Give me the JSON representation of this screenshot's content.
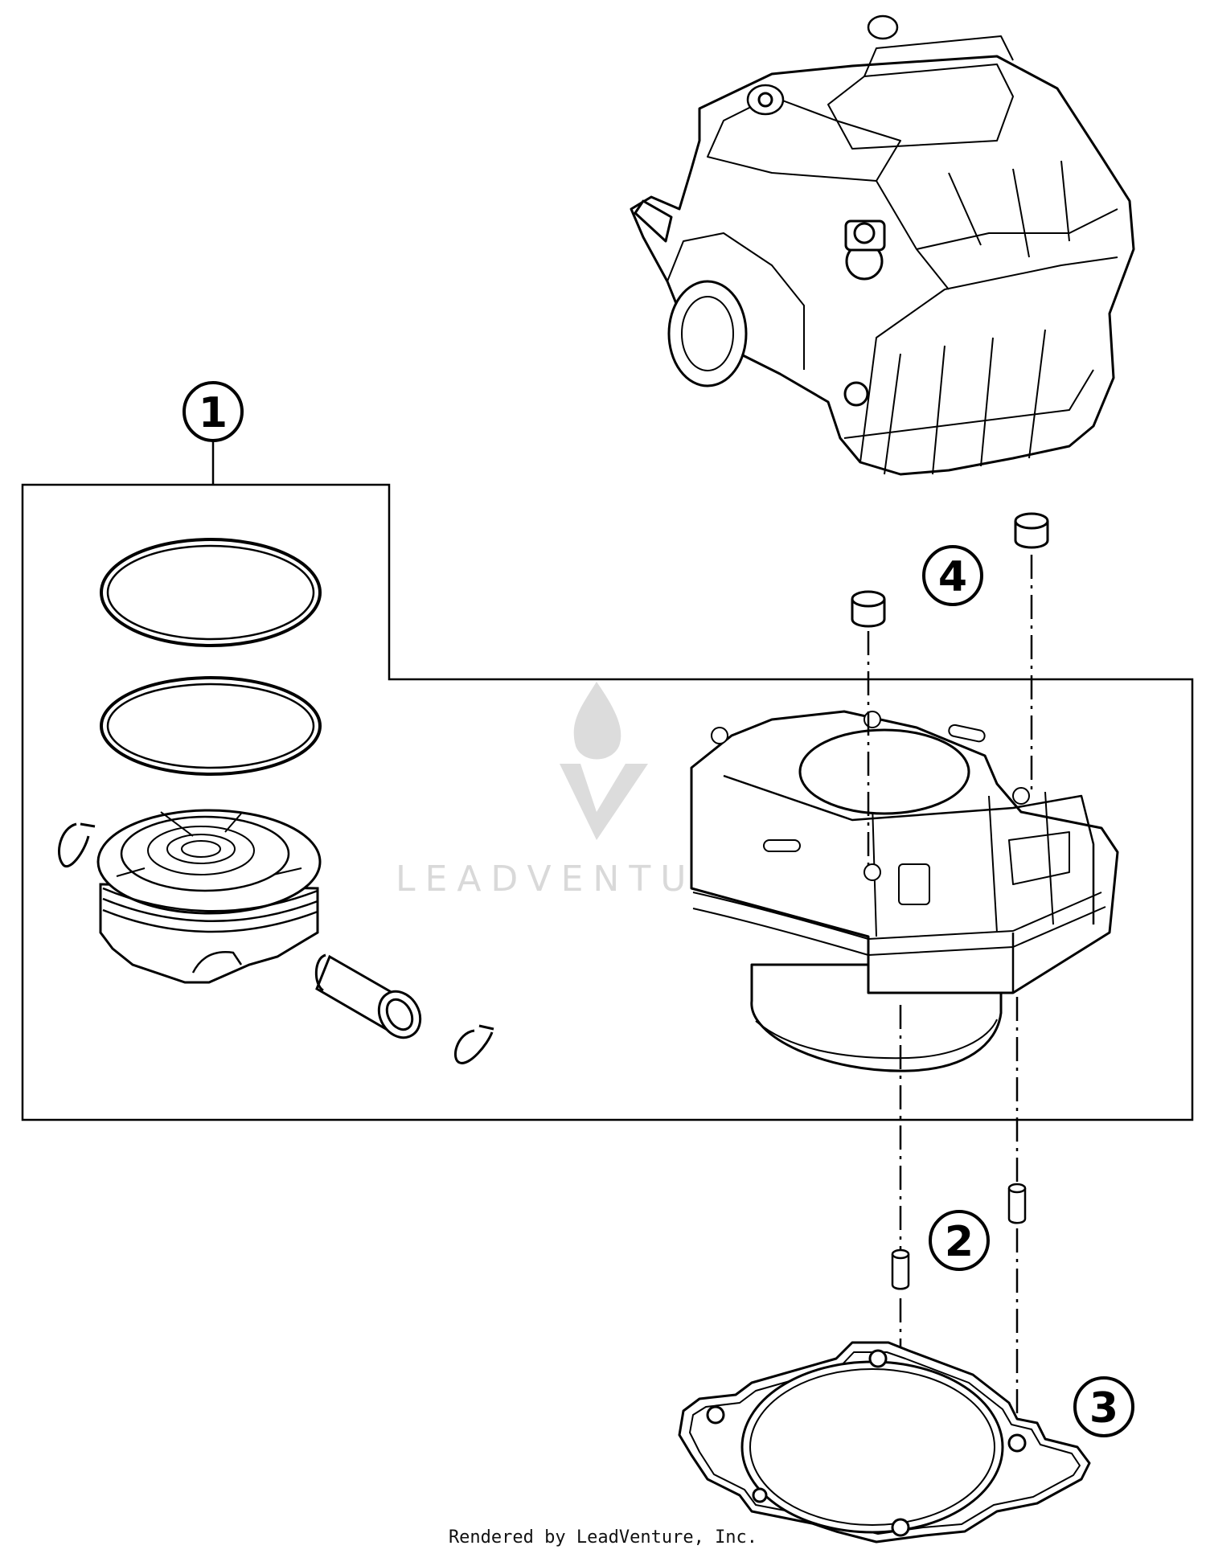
{
  "callouts": {
    "c1": "1",
    "c2": "2",
    "c3": "3",
    "c4": "4"
  },
  "watermark": {
    "text": "LEADVENTU",
    "icon": "flame-v-logo-icon"
  },
  "footer": {
    "text": "Rendered by LeadVenture, Inc."
  },
  "colors": {
    "line": "#000000",
    "watermark": "#d9d9d9"
  }
}
